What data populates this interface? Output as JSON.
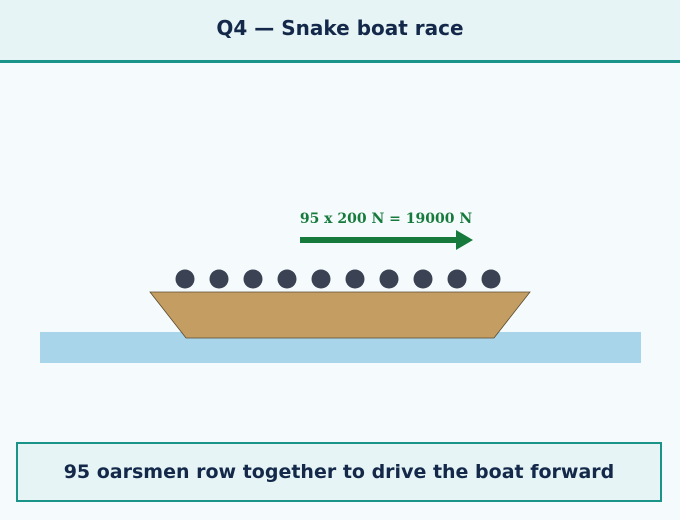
{
  "header": {
    "title": "Q4 — Snake boat race"
  },
  "diagram": {
    "force_label": "95 x 200 N = 19000 N",
    "oarsmen_shown": 10,
    "colors": {
      "water": "#a8d5ea",
      "hull": "#c49d62",
      "hull_outline": "#5a4a30",
      "oarsman": "#3b4254",
      "arrow": "#157a3c"
    }
  },
  "caption": {
    "text": "95 oarsmen row together to drive the boat forward"
  }
}
